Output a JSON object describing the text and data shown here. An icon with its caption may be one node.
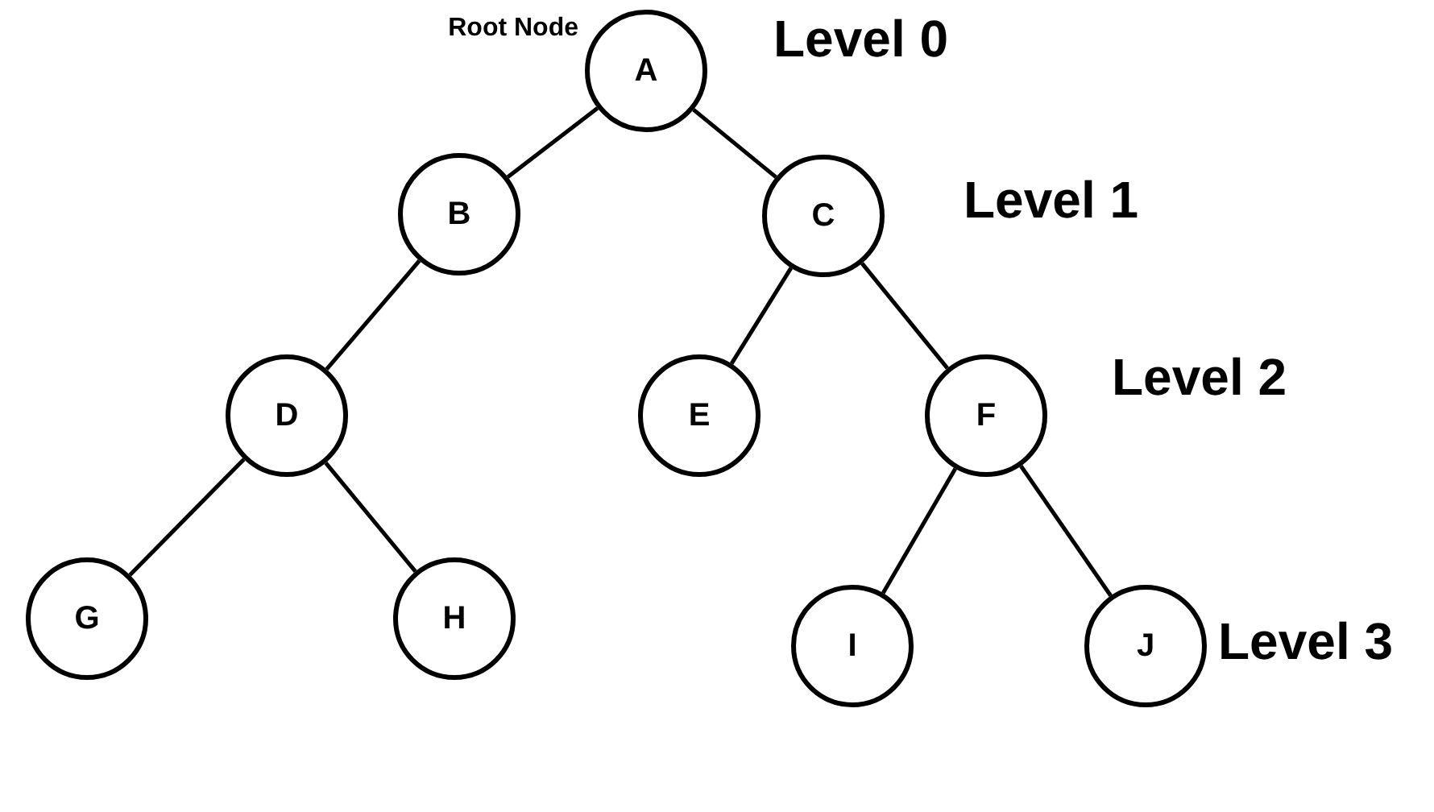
{
  "diagram": {
    "nodes": [
      {
        "text": [
          "A"
        ],
        "beside": [
          "Root Node"
        ]
      },
      {
        "text": [
          "B"
        ]
      },
      {
        "text": [
          "C"
        ]
      },
      {
        "text": [
          "D"
        ]
      },
      {
        "text": [
          "E"
        ]
      },
      {
        "text": [
          "F"
        ]
      },
      {
        "text": [
          "G"
        ]
      },
      {
        "text": [
          "H"
        ]
      },
      {
        "text": [
          "I"
        ]
      },
      {
        "text": [
          "J"
        ]
      }
    ],
    "edges": [
      {
        "from": 0,
        "to": 1,
        "arrow": "none"
      },
      {
        "from": 0,
        "to": 2,
        "arrow": "none"
      },
      {
        "from": 1,
        "to": 3,
        "arrow": "none"
      },
      {
        "from": 2,
        "to": 4,
        "arrow": "none"
      },
      {
        "from": 2,
        "to": 5,
        "arrow": "none"
      },
      {
        "from": 3,
        "to": 6,
        "arrow": "none"
      },
      {
        "from": 3,
        "to": 7,
        "arrow": "none"
      },
      {
        "from": 5,
        "to": 8,
        "arrow": "none"
      },
      {
        "from": 5,
        "to": 9,
        "arrow": "none"
      }
    ],
    "labels": [
      "Level 0",
      "Level 1",
      "Level 2",
      "Level 3"
    ]
  }
}
